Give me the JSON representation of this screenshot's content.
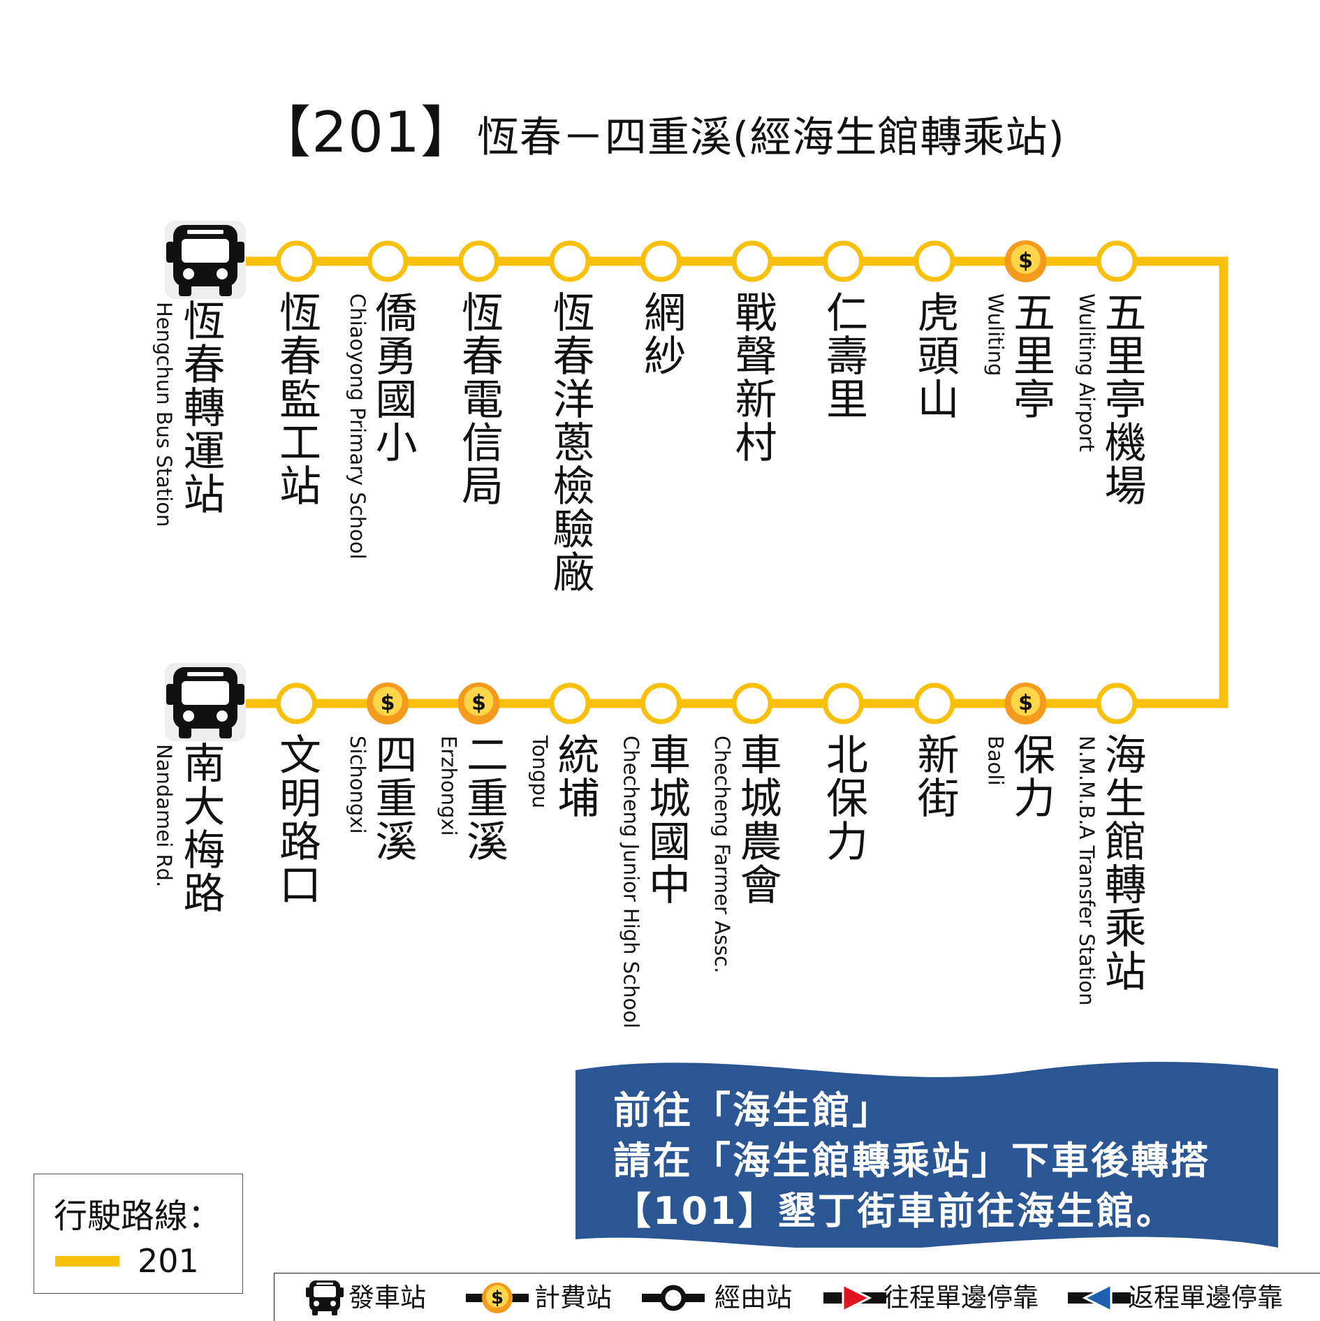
{
  "title": {
    "code": "【201】",
    "name": "恆春－四重溪(經海生館轉乘站)"
  },
  "colors": {
    "route": "#f9c00b",
    "notice": "#2b5694",
    "fare_stop": "#f49a1c"
  },
  "route_outbound": {
    "stops": [
      {
        "zh": "恆春轉運站",
        "en": "Hengchun Bus Station",
        "type": "terminal"
      },
      {
        "zh": "恆春監工站",
        "en": "",
        "type": "regular"
      },
      {
        "zh": "僑勇國小",
        "en": "Chiaoyong Primary School",
        "type": "regular"
      },
      {
        "zh": "恆春電信局",
        "en": "",
        "type": "regular"
      },
      {
        "zh": "恆春洋蔥檢驗廠",
        "en": "",
        "type": "regular"
      },
      {
        "zh": "網紗",
        "en": "",
        "type": "regular"
      },
      {
        "zh": "戰聲新村",
        "en": "",
        "type": "regular"
      },
      {
        "zh": "仁壽里",
        "en": "",
        "type": "regular"
      },
      {
        "zh": "虎頭山",
        "en": "",
        "type": "regular"
      },
      {
        "zh": "五里亭",
        "en": "Wuliting",
        "type": "fare"
      },
      {
        "zh": "五里亭機場",
        "en": "Wuliting Airport",
        "type": "regular"
      }
    ]
  },
  "route_return": {
    "stops": [
      {
        "zh": "南大梅路",
        "en": "Nandamei Rd.",
        "type": "terminal"
      },
      {
        "zh": "文明路口",
        "en": "",
        "type": "regular"
      },
      {
        "zh": "四重溪",
        "en": "Sichongxi",
        "type": "fare"
      },
      {
        "zh": "二重溪",
        "en": "Erzhongxi",
        "type": "fare"
      },
      {
        "zh": "統埔",
        "en": "Tongpu",
        "type": "regular"
      },
      {
        "zh": "車城國中",
        "en": "Checheng Junior High School",
        "type": "regular"
      },
      {
        "zh": "車城農會",
        "en": "Checheng Farmer Assc.",
        "type": "regular"
      },
      {
        "zh": "北保力",
        "en": "",
        "type": "regular"
      },
      {
        "zh": "新街",
        "en": "",
        "type": "regular"
      },
      {
        "zh": "保力",
        "en": "Baoli",
        "type": "fare"
      },
      {
        "zh": "海生館轉乘站",
        "en": "N.M.M.B.A Transfer Station",
        "type": "regular"
      }
    ]
  },
  "notice": {
    "line1": "前往「海生館」",
    "line2": "請在「海生館轉乘站」下車後轉搭",
    "line3": "【101】墾丁街車前往海生館。"
  },
  "route_legend": {
    "title": "行駛路線：",
    "route_number": "201"
  },
  "symbol_legend": {
    "terminal": "發車站",
    "fare": "計費站",
    "via": "經由站",
    "outbound_one_side": "往程單邊停靠",
    "return_one_side": "返程單邊停靠"
  }
}
